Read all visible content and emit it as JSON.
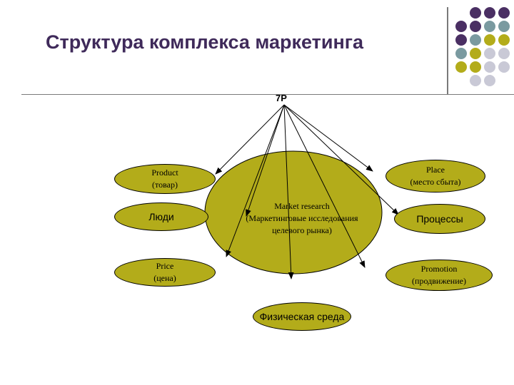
{
  "slide": {
    "title": "Структура комплекса маркетинга"
  },
  "diagram": {
    "root_label": "7P",
    "center_label": "Market research\n(Маркетинговые исследования\nцелевого рынка)",
    "nodes": {
      "product": "Product\n(товар)",
      "people": "Люди",
      "price": "Price\n(цена)",
      "place": "Place\n(место сбыта)",
      "processes": "Процессы",
      "promotion": "Promotion\n(продвижение)",
      "physical": "Физическая среда"
    }
  },
  "colors": {
    "accent_olive": "#b3ac1a",
    "title_purple": "#3f2a5a",
    "dot_purple": "#4a2f63",
    "dot_teal": "#7a9aa0",
    "dot_lavender": "#c9c9d6"
  }
}
